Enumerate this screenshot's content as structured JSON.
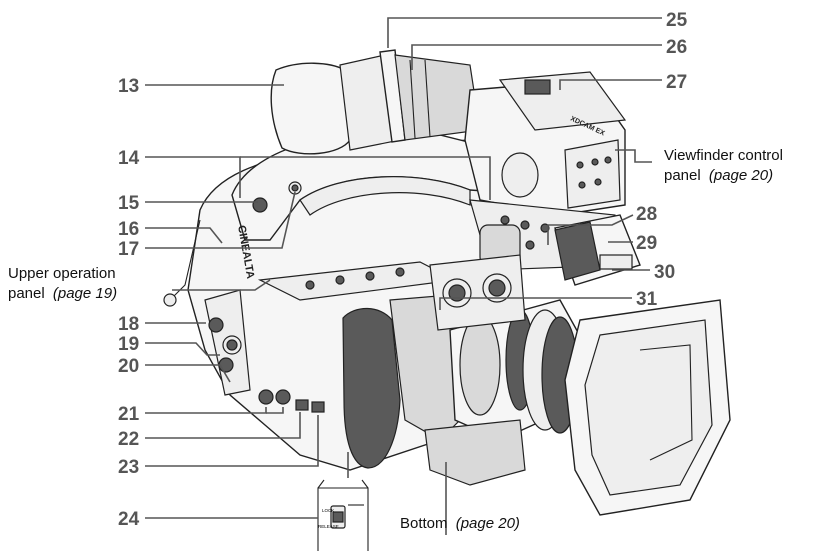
{
  "callouts": [
    {
      "id": "25",
      "label": "25"
    },
    {
      "id": "26",
      "label": "26"
    },
    {
      "id": "27",
      "label": "27"
    },
    {
      "id": "13",
      "label": "13"
    },
    {
      "id": "14",
      "label": "14"
    },
    {
      "id": "15",
      "label": "15"
    },
    {
      "id": "16",
      "label": "16"
    },
    {
      "id": "17",
      "label": "17"
    },
    {
      "id": "28",
      "label": "28"
    },
    {
      "id": "29",
      "label": "29"
    },
    {
      "id": "30",
      "label": "30"
    },
    {
      "id": "31",
      "label": "31"
    },
    {
      "id": "18",
      "label": "18"
    },
    {
      "id": "19",
      "label": "19"
    },
    {
      "id": "20",
      "label": "20"
    },
    {
      "id": "21",
      "label": "21"
    },
    {
      "id": "22",
      "label": "22"
    },
    {
      "id": "23",
      "label": "23"
    },
    {
      "id": "24",
      "label": "24"
    }
  ],
  "captions": {
    "viewfinder": {
      "line1": "Viewfinder control",
      "line2": "panel",
      "ref": "(page 20)"
    },
    "upper": {
      "line1": "Upper operation",
      "line2": "panel",
      "ref": "(page 19)"
    },
    "bottom": {
      "line1": "Bottom",
      "ref": "(page 20)"
    }
  },
  "device_text": {
    "brand": "CINEALTA",
    "vf_brand": "XDCAM EX",
    "lock": "LOCK",
    "release": "RELEASE"
  },
  "colors": {
    "leader": "#555555",
    "number": "#555555",
    "outline": "#222222"
  }
}
